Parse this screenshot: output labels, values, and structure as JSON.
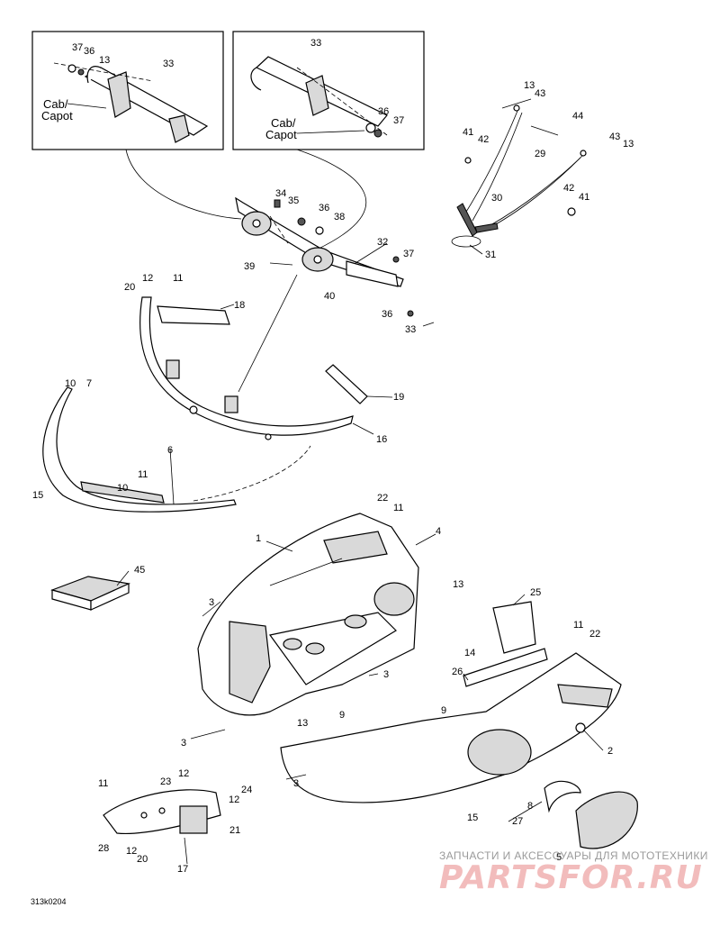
{
  "inset_left": {
    "label_line1": "Cab/",
    "label_line2": "Capot",
    "callouts": [
      "37",
      "36",
      "13",
      "33"
    ]
  },
  "inset_right": {
    "label_line1": "Cab/",
    "label_line2": "Capot",
    "callouts": [
      "33",
      "36",
      "37"
    ]
  },
  "callouts": {
    "c1": "1",
    "c2": "2",
    "c3a": "3",
    "c3b": "3",
    "c3c": "3",
    "c3d": "3",
    "c4": "4",
    "c5": "5",
    "c6": "6",
    "c7": "7",
    "c8": "8",
    "c9a": "9",
    "c9b": "9",
    "c10a": "10",
    "c10b": "10",
    "c11a": "11",
    "c11b": "11",
    "c11c": "11",
    "c11d": "11",
    "c11e": "11",
    "c12a": "12",
    "c12b": "12",
    "c12c": "12",
    "c12d": "12",
    "c13a": "13",
    "c13b": "13",
    "c13c": "13",
    "c13d": "13",
    "c14": "14",
    "c15a": "15",
    "c15b": "15",
    "c16": "16",
    "c17": "17",
    "c18": "18",
    "c19": "19",
    "c20a": "20",
    "c20b": "20",
    "c21": "21",
    "c22a": "22",
    "c22b": "22",
    "c23": "23",
    "c24": "24",
    "c25": "25",
    "c26": "26",
    "c27": "27",
    "c28": "28",
    "c29": "29",
    "c30": "30",
    "c31": "31",
    "c32": "32",
    "c33a": "33",
    "c33b": "33",
    "c34": "34",
    "c35": "35",
    "c36a": "36",
    "c36b": "36",
    "c37a": "37",
    "c37b": "37",
    "c38": "38",
    "c39": "39",
    "c40": "40",
    "c41a": "41",
    "c41b": "41",
    "c42a": "42",
    "c42b": "42",
    "c43a": "43",
    "c43b": "43",
    "c44": "44",
    "c45": "45"
  },
  "watermark": {
    "line": "ЗАПЧАСТИ И АКСЕССУАРЫ ДЛЯ МОТОТЕХНИКИ",
    "logo": "PARTSFOR.RU"
  },
  "figure_code": "313k0204"
}
